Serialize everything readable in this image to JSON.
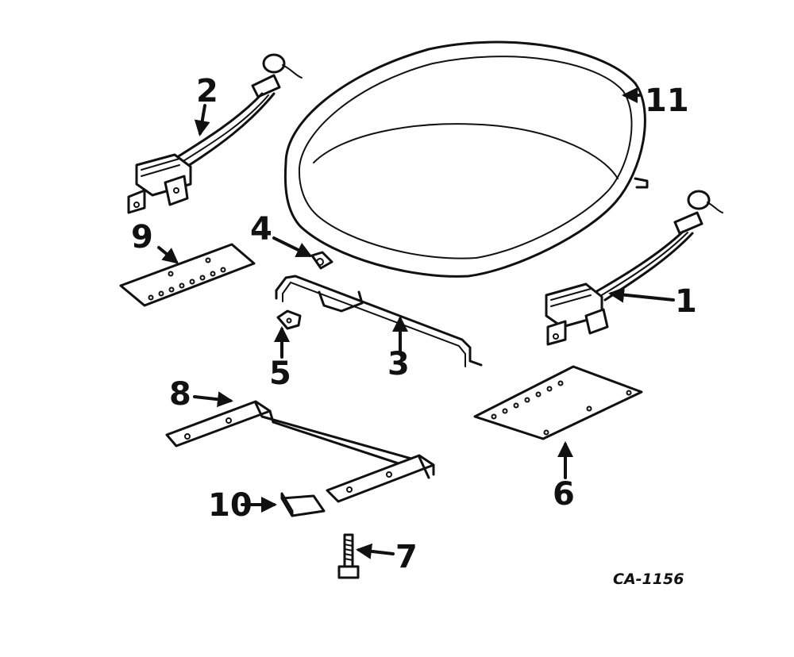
{
  "callouts": [
    {
      "id": "1",
      "label": "1"
    },
    {
      "id": "2",
      "label": "2"
    },
    {
      "id": "3",
      "label": "3"
    },
    {
      "id": "4",
      "label": "4"
    },
    {
      "id": "5",
      "label": "5"
    },
    {
      "id": "6",
      "label": "6"
    },
    {
      "id": "7",
      "label": "7"
    },
    {
      "id": "8",
      "label": "8"
    },
    {
      "id": "9",
      "label": "9"
    },
    {
      "id": "10",
      "label": "10"
    },
    {
      "id": "11",
      "label": "11"
    }
  ],
  "drawing_code": "CA-1156"
}
